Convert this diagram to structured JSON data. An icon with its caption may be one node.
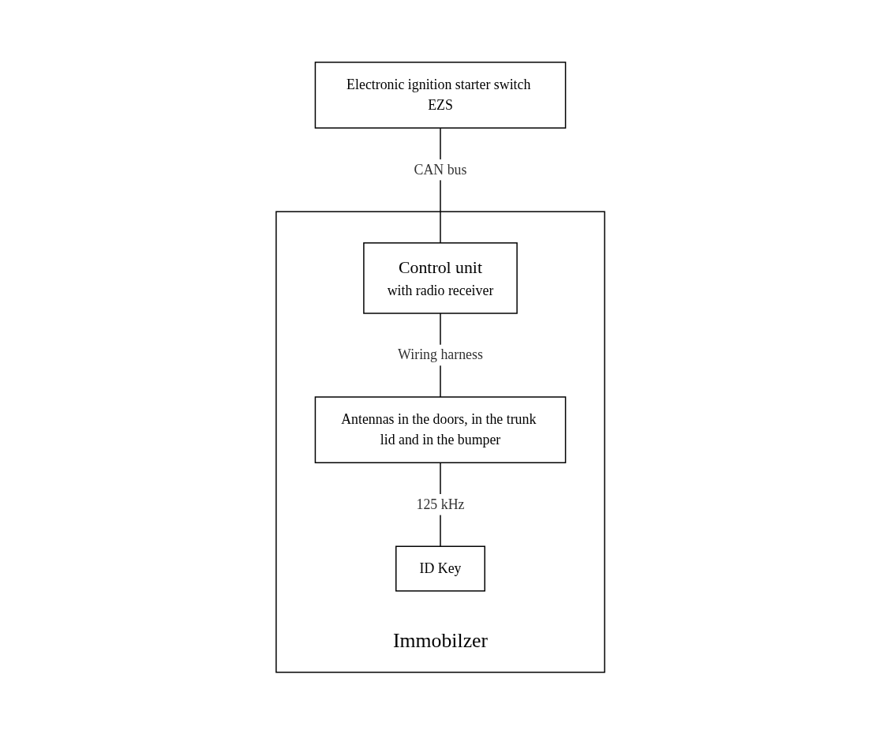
{
  "diagram": {
    "nodes": [
      {
        "text": [
          "Electronic ignition starter switch EZS"
        ]
      },
      {
        "text": [
          "Immobilzer"
        ]
      },
      {
        "text": [
          "Control unit",
          "with radio receiver"
        ],
        "in": 1
      },
      {
        "text": [
          "Antennas in the doors, in the trunk lid and in the bumper"
        ],
        "in": 1
      },
      {
        "text": [
          "ID Key"
        ],
        "in": 1
      }
    ],
    "edges": [
      {
        "from": 0,
        "to": 2,
        "arrow": "none",
        "label": "CAN bus"
      },
      {
        "from": 2,
        "to": 3,
        "arrow": "none",
        "label": "Wiring harness"
      },
      {
        "from": 3,
        "to": 4,
        "arrow": "none",
        "label": "125 kHz"
      }
    ]
  }
}
